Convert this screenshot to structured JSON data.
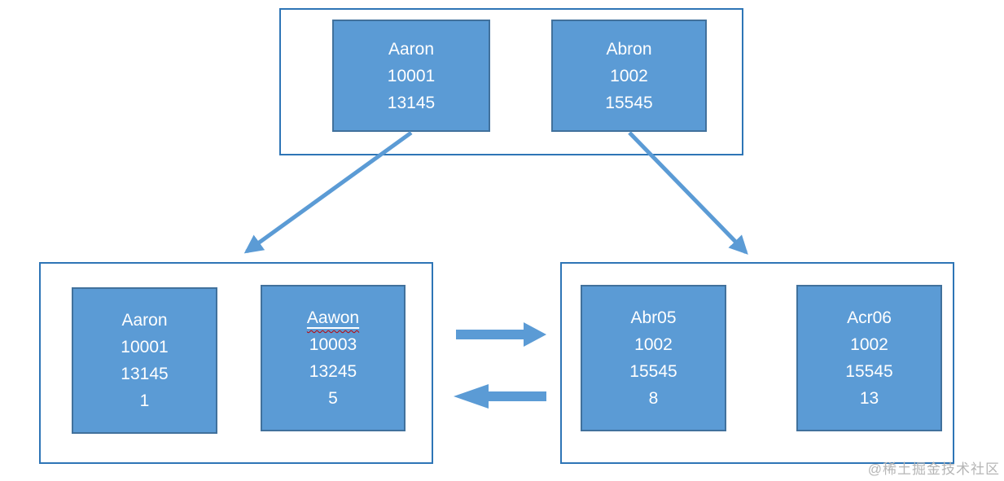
{
  "colors": {
    "node_fill": "#5b9bd5",
    "node_border": "#41719c",
    "container_border": "#2e75b6",
    "arrow": "#5b9bd5",
    "node_text": "#ffffff",
    "misspell_squiggle": "#c00000",
    "watermark_text": "#b5b5b5"
  },
  "tree": {
    "root_page": {
      "nodes": [
        {
          "lines": [
            "Aaron",
            "10001",
            "13145"
          ]
        },
        {
          "lines": [
            "Abron",
            "1002",
            "15545"
          ]
        }
      ]
    },
    "leaf_page_left": {
      "nodes": [
        {
          "lines": [
            "Aaron",
            "10001",
            "13145",
            "1"
          ]
        },
        {
          "lines": [
            "Aawon",
            "10003",
            "13245",
            "5"
          ],
          "misspelled_first_line": true
        }
      ]
    },
    "leaf_page_right": {
      "nodes": [
        {
          "lines": [
            "Abr05",
            "1002",
            "15545",
            "8"
          ]
        },
        {
          "lines": [
            "Acr06",
            "1002",
            "15545",
            "13"
          ]
        }
      ]
    },
    "edges": [
      {
        "from": "root-node-1",
        "to": "leaf-page-left",
        "direction": "down-left"
      },
      {
        "from": "root-node-2",
        "to": "leaf-page-right",
        "direction": "down-right"
      },
      {
        "from": "leaf-page-left",
        "to": "leaf-page-right",
        "direction": "right"
      },
      {
        "from": "leaf-page-right",
        "to": "leaf-page-left",
        "direction": "left"
      }
    ]
  },
  "watermark": {
    "text": "@稀土掘金技术社区"
  }
}
